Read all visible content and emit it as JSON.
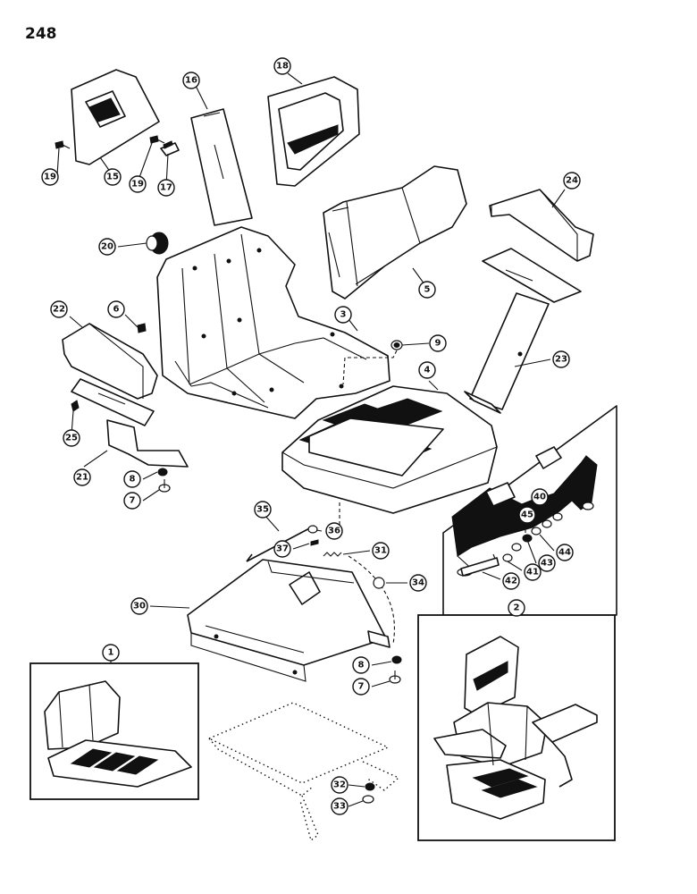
{
  "page_number": "248",
  "callouts": {
    "c1": "1",
    "c2": "2",
    "c3": "3",
    "c4": "4",
    "c5": "5",
    "c6": "6",
    "c7a": "7",
    "c7b": "7",
    "c8a": "8",
    "c8b": "8",
    "c9": "9",
    "c15": "15",
    "c16": "16",
    "c17": "17",
    "c18": "18",
    "c19a": "19",
    "c19b": "19",
    "c20": "20",
    "c21": "21",
    "c22": "22",
    "c23": "23",
    "c24": "24",
    "c25": "25",
    "c30": "30",
    "c31": "31",
    "c32": "32",
    "c33": "33",
    "c34": "34",
    "c35": "35",
    "c36": "36",
    "c37": "37",
    "c40": "40",
    "c41": "41",
    "c42": "42",
    "c43": "43",
    "c44": "44",
    "c45": "45"
  }
}
